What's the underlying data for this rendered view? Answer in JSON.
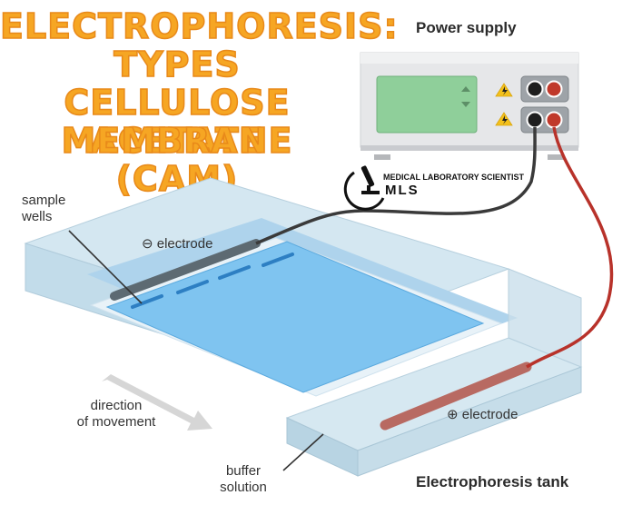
{
  "title": {
    "lines": [
      "ELECTROPHORESIS:",
      "TYPES",
      "CELLULOSE ACETATE",
      "MEMBRANE (CAM)"
    ]
  },
  "labels": {
    "power_supply": "Power supply",
    "sample_wells": "sample\nwells",
    "neg_electrode": "⊖ electrode",
    "pos_electrode": "⊕ electrode",
    "direction": "direction\nof movement",
    "buffer": "buffer\nsolution",
    "tank": "Electrophoresis tank"
  },
  "logo": {
    "line1": "MEDICAL LABORATORY SCIENTIST",
    "line2": "MLS"
  },
  "colors": {
    "title": "#f6a623",
    "tank": "#bcd9e8",
    "membrane": "#7fc4f0",
    "screen": "#8fcf9a",
    "neg_wire": "#3a3a3a",
    "pos_wire": "#b8322a",
    "electrode_neg": "#5d6a72",
    "electrode_pos": "#b86a62"
  }
}
